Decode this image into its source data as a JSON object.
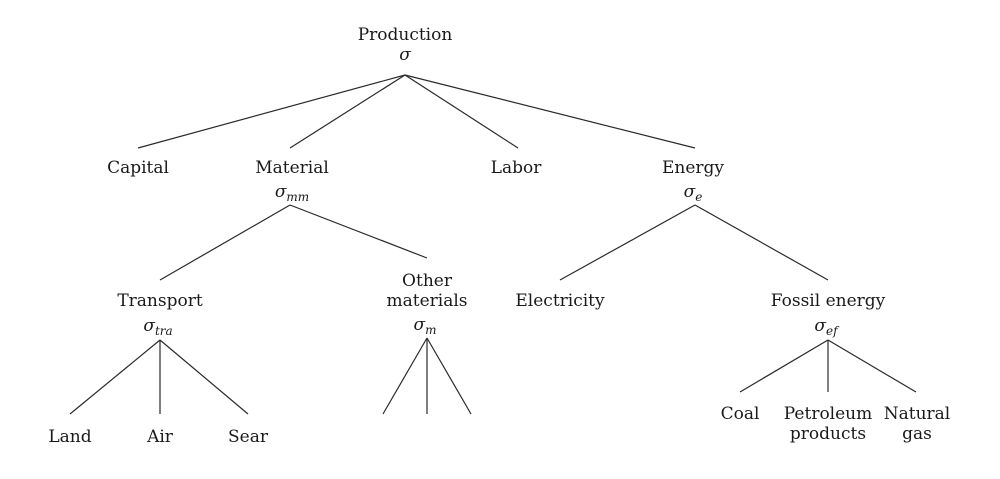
{
  "nodes": {
    "production": {
      "label": "Production",
      "sigma": "σ",
      "sub": ""
    },
    "capital": {
      "label": "Capital"
    },
    "material": {
      "label": "Material",
      "sigma": "σ",
      "sub": "mm"
    },
    "labor": {
      "label": "Labor"
    },
    "energy": {
      "label": "Energy",
      "sigma": "σ",
      "sub": "e"
    },
    "transport": {
      "label": "Transport",
      "sigma": "σ",
      "sub": "tra"
    },
    "other_materials": {
      "label_line1": "Other",
      "label_line2": "materials",
      "sigma": "σ",
      "sub": "m"
    },
    "electricity": {
      "label": "Electricity"
    },
    "fossil_energy": {
      "label": "Fossil energy",
      "sigma": "σ",
      "sub": "ef"
    },
    "land": {
      "label": "Land"
    },
    "air": {
      "label": "Air"
    },
    "sear": {
      "label": "Sear"
    },
    "coal": {
      "label": "Coal"
    },
    "petroleum": {
      "label_line1": "Petroleum",
      "label_line2": "products"
    },
    "natural_gas": {
      "label_line1": "Natural",
      "label_line2": "gas"
    }
  }
}
